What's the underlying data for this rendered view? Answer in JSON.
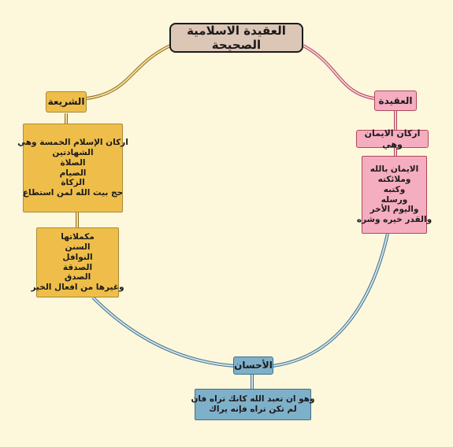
{
  "root": {
    "title": "العقيدة الاسلامية الصحيحة"
  },
  "shariah": {
    "label": "الشريعة",
    "pillars": [
      "اركان الإسلام الخمسة وهي",
      "الشهادتين",
      "الصلاة",
      "الصيام",
      "الزكاة",
      "حج بيت الله لمن استطاع"
    ],
    "complements": [
      "مكملاتها",
      "السنن",
      "النوافل",
      "الصدقة",
      "الصدق",
      "وغيرها من افعال الخير"
    ]
  },
  "aqidah": {
    "label": "العقيدة",
    "pillars_title": "اركان الايمان وهي",
    "pillars": [
      "الايمان بالله",
      "وملائكته",
      "وكتبه",
      "ورسله",
      "واليوم الأخر",
      "والقدر خيره وشره"
    ]
  },
  "ihsan": {
    "label": "الأحسان",
    "definition": [
      "وهو ان تعبد الله كانك تراه فان",
      "لم تكن تراه فإنه يراك"
    ]
  },
  "colors": {
    "background": "#fdf7dc",
    "root": "#dcc6b6",
    "shariah": "#efbe4a",
    "aqidah": "#f5adc0",
    "ihsan": "#7fb0ca"
  }
}
